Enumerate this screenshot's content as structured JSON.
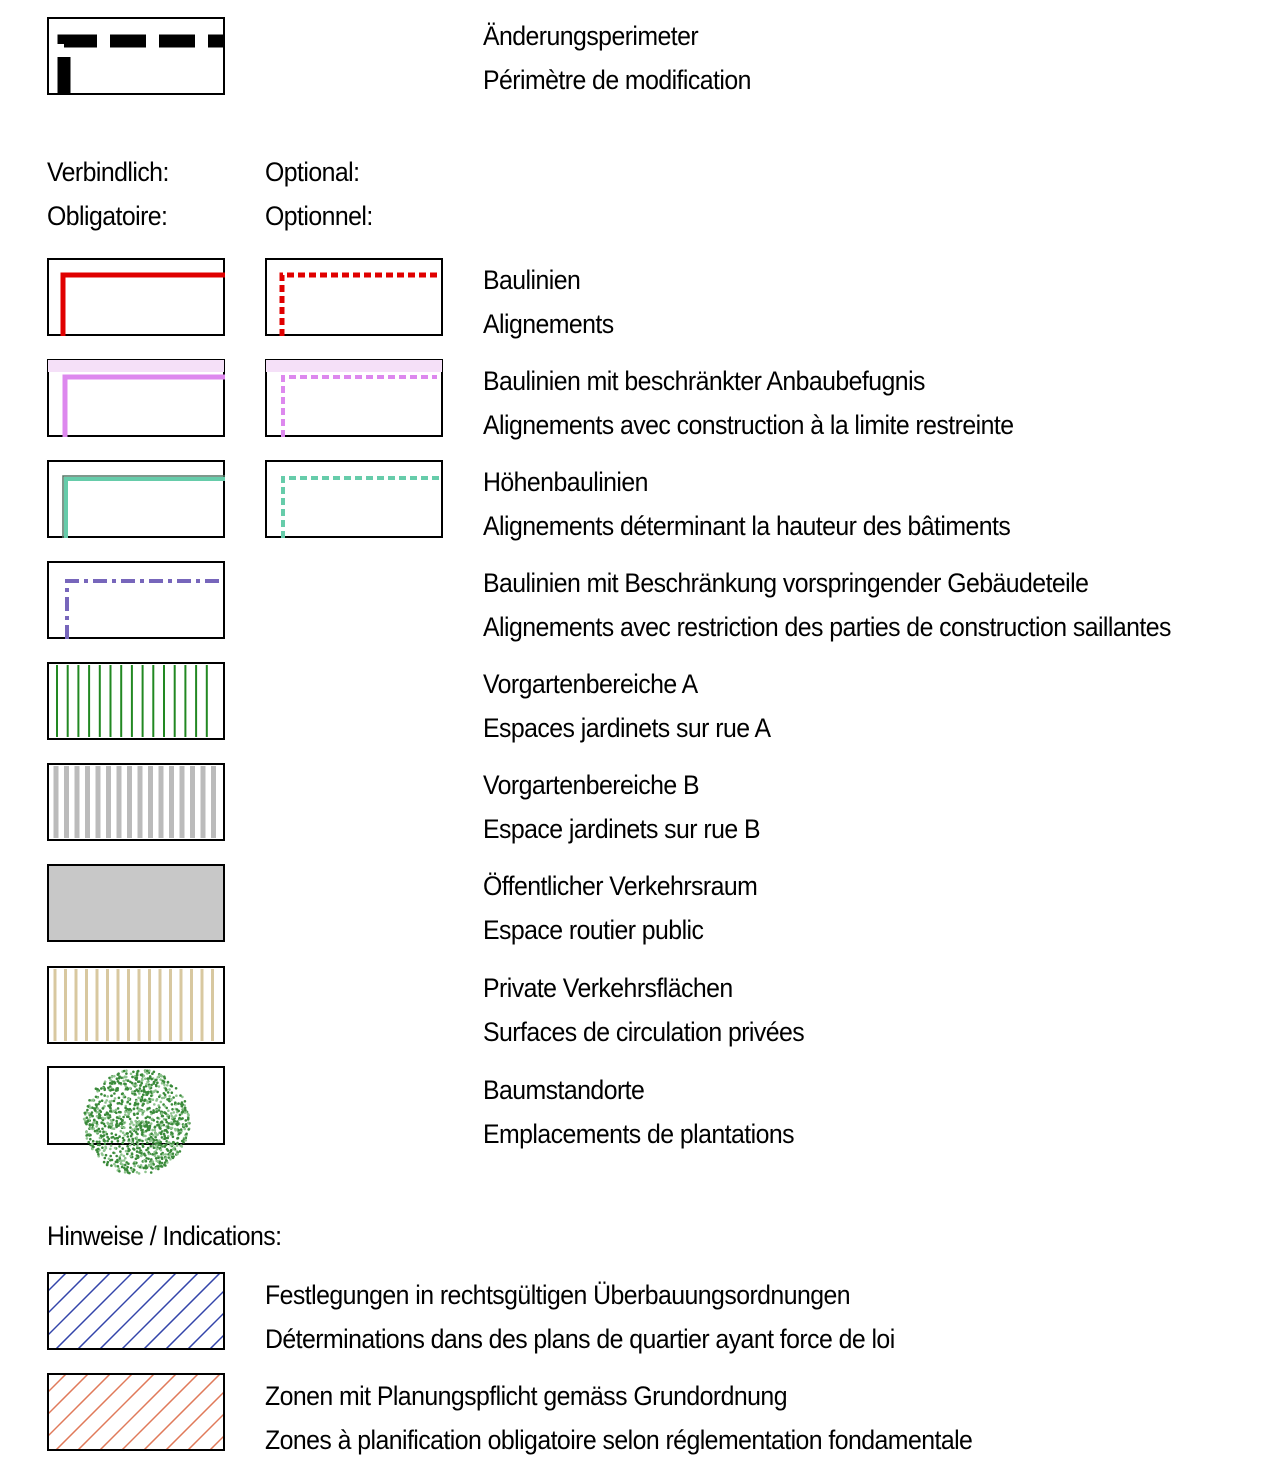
{
  "perimeter": {
    "de": "Änderungsperimeter",
    "fr": "Périmètre de modification"
  },
  "columns": {
    "binding_de": "Verbindlich:",
    "binding_fr": "Obligatoire:",
    "optional_de": "Optional:",
    "optional_fr": "Optionnel:"
  },
  "legend_items": [
    {
      "key": "baulinien",
      "de": "Baulinien",
      "fr": "Alignements",
      "color": "#e00000"
    },
    {
      "key": "baulinien-beschraenkt",
      "de": "Baulinien mit beschränkter Anbaubefugnis",
      "fr": "Alignements avec construction à la limite restreinte",
      "color": "#dd88ee"
    },
    {
      "key": "hoehenbaulinien",
      "de": "Höhenbaulinien",
      "fr": "Alignements déterminant la hauteur des bâtiments",
      "color": "#66ccaa"
    },
    {
      "key": "baulinien-vorspringend",
      "de": "Baulinien mit Beschränkung vorspringender Gebäudeteile",
      "fr": "Alignements avec restriction des parties de construction saillantes",
      "color": "#7766bb"
    },
    {
      "key": "vorgarten-a",
      "de": "Vorgartenbereiche A",
      "fr": "Espaces jardinets sur rue A",
      "color": "#228822"
    },
    {
      "key": "vorgarten-b",
      "de": "Vorgartenbereiche B",
      "fr": "Espace jardinets sur rue B",
      "color": "#bbbbbb"
    },
    {
      "key": "verkehrsraum",
      "de": "Öffentlicher Verkehrsraum",
      "fr": "Espace routier public",
      "color": "#c8c8c8"
    },
    {
      "key": "private-verkehrsflaechen",
      "de": "Private Verkehrsflächen",
      "fr": "Surfaces de circulation privées",
      "color": "#d8c8a0"
    },
    {
      "key": "baumstandorte",
      "de": "Baumstandorte",
      "fr": "Emplacements de plantations",
      "color": "#3a8a3a"
    }
  ],
  "notes": {
    "heading": "Hinweise / Indications:",
    "items": [
      {
        "key": "ueberbauungsordnungen",
        "de": "Festlegungen in rechtsgültigen Überbauungsordnungen",
        "fr": "Déterminations dans des plans de quartier ayant force de loi",
        "color": "#3344aa"
      },
      {
        "key": "planungspflicht",
        "de": "Zonen mit Planungspflicht gemäss Grundordnung",
        "fr": "Zones à planification obligatoire selon réglementation fondamentale",
        "color": "#e07a5a"
      }
    ]
  }
}
